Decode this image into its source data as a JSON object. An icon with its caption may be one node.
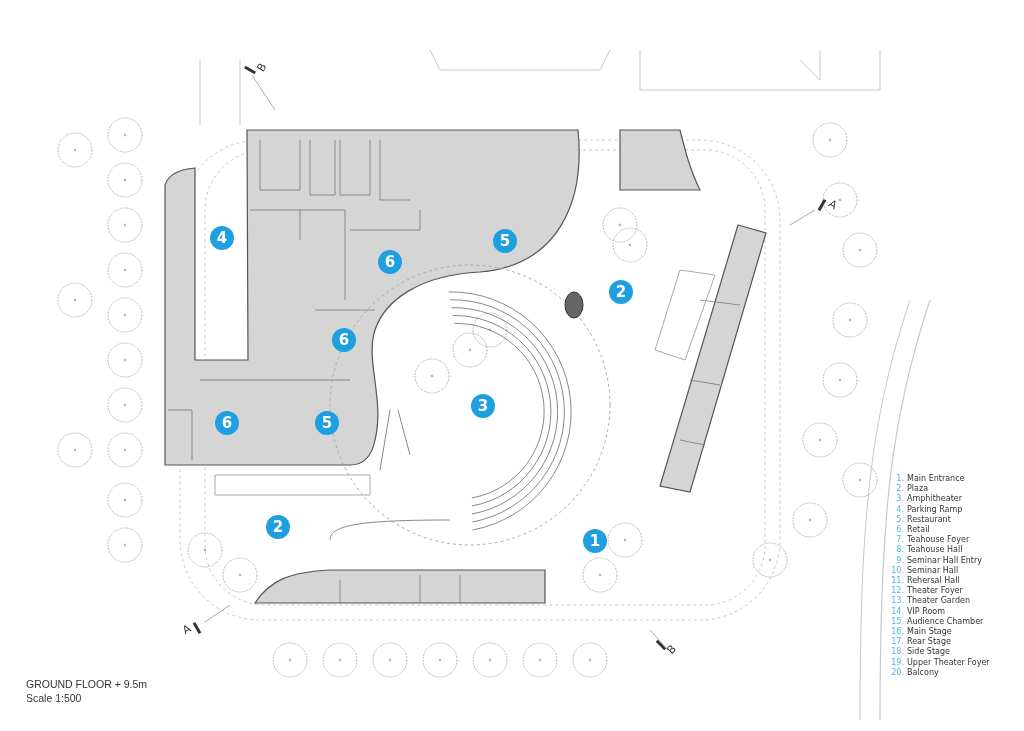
{
  "diagram": {
    "title": "GROUND FLOOR + 9.5m",
    "labels": [
      "4",
      "6",
      "5",
      "2",
      "6",
      "3",
      "6",
      "5",
      "2",
      "1",
      "B",
      "A",
      "A",
      "B",
      "1.",
      "Main Entrance",
      "2.",
      "Plaza",
      "3.",
      "Amphitheater",
      "4.",
      "Parking Ramp",
      "5.",
      "Restaurant",
      "6.",
      "Retail",
      "7.",
      "Teahouse Foyer",
      "8.",
      "Teahouse Hall",
      "9.",
      "Seminar Hall Entry",
      "10.",
      "Seminar Hall",
      "11.",
      "Rehersal Hall",
      "12.",
      "Theater Foyer",
      "13.",
      "Theater Garden",
      "14.",
      "VIP Room",
      "15.",
      "Audience Chamber",
      "16.",
      "Main Stage",
      "17.",
      "Rear Stage",
      "18.",
      "Side Stage",
      "19.",
      "Upper Theater Foyer",
      "20.",
      "Balcony",
      "Scale 1:500"
    ]
  }
}
